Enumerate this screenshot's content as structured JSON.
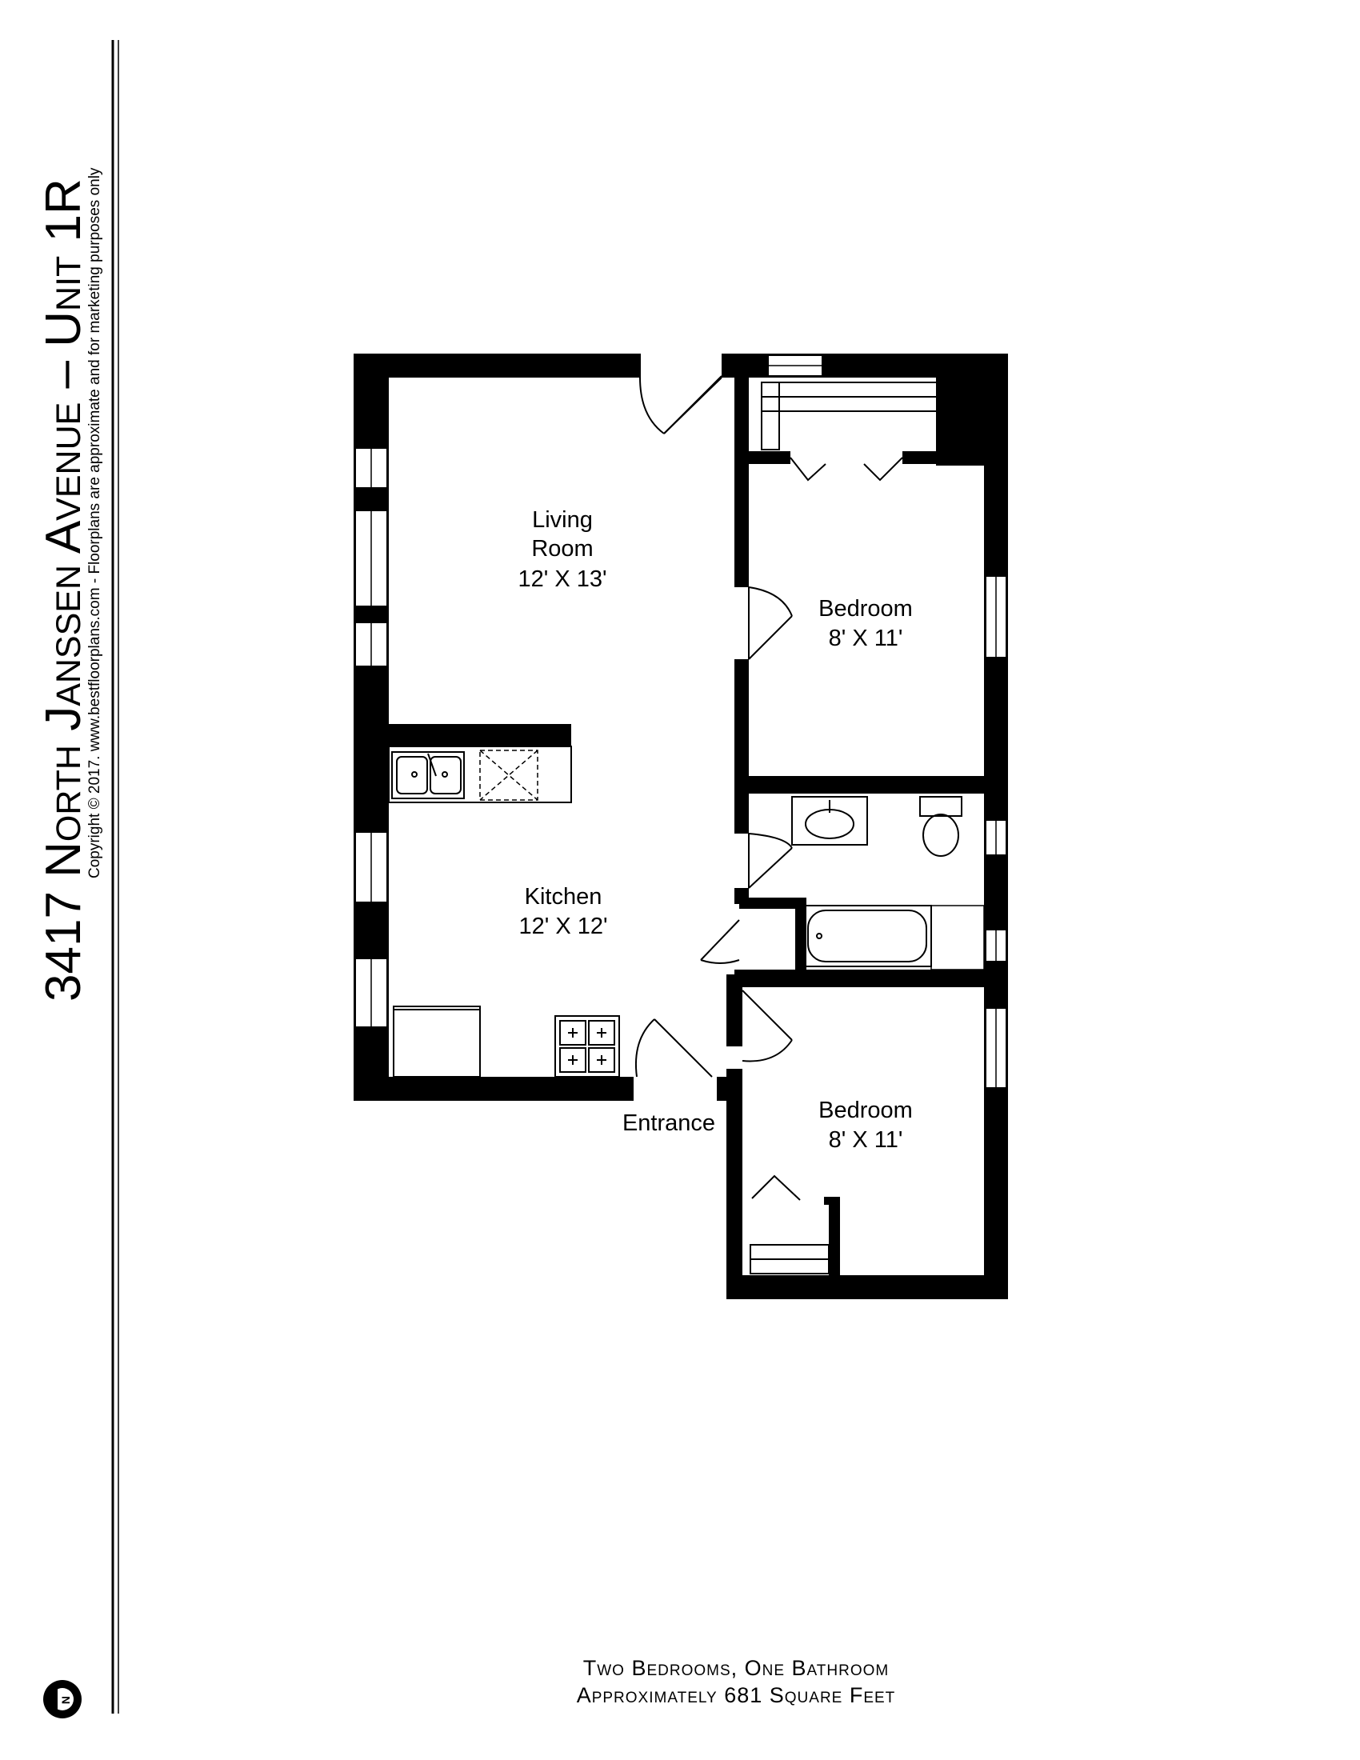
{
  "title": {
    "address": "3417 North Janssen Avenue – Unit 1R",
    "copyright": "Copyright © 2017. www.bestfloorplans.com - Floorplans are approximate and for marketing purposes only"
  },
  "rooms": {
    "living_name_1": "Living",
    "living_name_2": "Room",
    "living_size": "12' X 13'",
    "bedroom1_name": "Bedroom",
    "bedroom1_size": "8' X 11'",
    "kitchen_name": "Kitchen",
    "kitchen_size": "12' X 12'",
    "bedroom2_name": "Bedroom",
    "bedroom2_size": "8' X 11'",
    "entrance": "Entrance"
  },
  "footer": {
    "line1": "Two Bedrooms, One Bathroom",
    "line2": "Approximately 681 Square Feet"
  },
  "compass": {
    "label": "N",
    "icon": "north-arrow-icon"
  },
  "colors": {
    "wall": "#000000",
    "background": "#ffffff"
  }
}
